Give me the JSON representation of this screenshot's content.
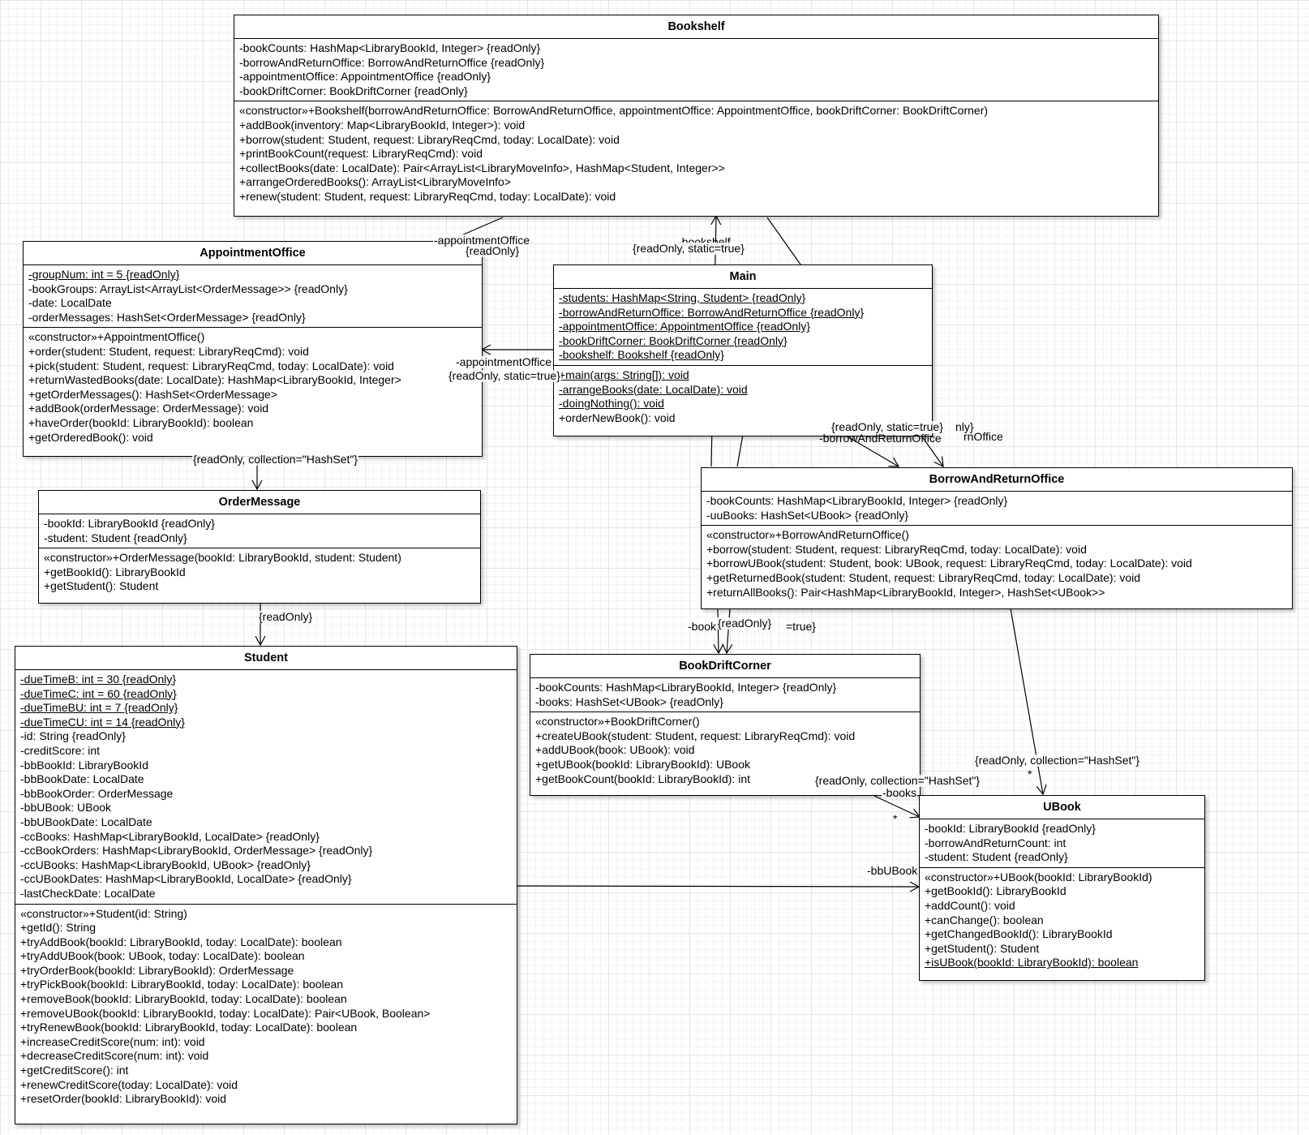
{
  "classes": {
    "bookshelf": {
      "name": "Bookshelf",
      "attributes": [
        {
          "text": "-bookCounts: HashMap<LibraryBookId, Integer> {readOnly}",
          "static": false
        },
        {
          "text": "-borrowAndReturnOffice: BorrowAndReturnOffice {readOnly}",
          "static": false
        },
        {
          "text": "-appointmentOffice: AppointmentOffice {readOnly}",
          "static": false
        },
        {
          "text": "-bookDriftCorner: BookDriftCorner {readOnly}",
          "static": false
        }
      ],
      "operations": [
        {
          "text": "«constructor»+Bookshelf(borrowAndReturnOffice: BorrowAndReturnOffice, appointmentOffice: AppointmentOffice, bookDriftCorner: BookDriftCorner)",
          "static": false
        },
        {
          "text": "+addBook(inventory: Map<LibraryBookId, Integer>): void",
          "static": false
        },
        {
          "text": "+borrow(student: Student, request: LibraryReqCmd, today: LocalDate): void",
          "static": false
        },
        {
          "text": "+printBookCount(request: LibraryReqCmd): void",
          "static": false
        },
        {
          "text": "+collectBooks(date: LocalDate): Pair<ArrayList<LibraryMoveInfo>, HashMap<Student, Integer>>",
          "static": false
        },
        {
          "text": "+arrangeOrderedBooks(): ArrayList<LibraryMoveInfo>",
          "static": false
        },
        {
          "text": "+renew(student: Student, request: LibraryReqCmd, today: LocalDate): void",
          "static": false
        }
      ]
    },
    "appointmentOffice": {
      "name": "AppointmentOffice",
      "attributes": [
        {
          "text": "-groupNum: int = 5 {readOnly}",
          "static": true
        },
        {
          "text": "-bookGroups: ArrayList<ArrayList<OrderMessage>> {readOnly}",
          "static": false
        },
        {
          "text": "-date: LocalDate",
          "static": false
        },
        {
          "text": "-orderMessages: HashSet<OrderMessage> {readOnly}",
          "static": false
        }
      ],
      "operations": [
        {
          "text": "«constructor»+AppointmentOffice()",
          "static": false
        },
        {
          "text": "+order(student: Student, request: LibraryReqCmd): void",
          "static": false
        },
        {
          "text": "+pick(student: Student, request: LibraryReqCmd, today: LocalDate): void",
          "static": false
        },
        {
          "text": "+returnWastedBooks(date: LocalDate): HashMap<LibraryBookId, Integer>",
          "static": false
        },
        {
          "text": "+getOrderMessages(): HashSet<OrderMessage>",
          "static": false
        },
        {
          "text": "+addBook(orderMessage: OrderMessage): void",
          "static": false
        },
        {
          "text": "+haveOrder(bookId: LibraryBookId): boolean",
          "static": false
        },
        {
          "text": "+getOrderedBook(): void",
          "static": false
        }
      ]
    },
    "main": {
      "name": "Main",
      "attributes": [
        {
          "text": "-students: HashMap<String, Student> {readOnly}",
          "static": true
        },
        {
          "text": "-borrowAndReturnOffice: BorrowAndReturnOffice {readOnly}",
          "static": true
        },
        {
          "text": "-appointmentOffice: AppointmentOffice {readOnly}",
          "static": true
        },
        {
          "text": "-bookDriftCorner: BookDriftCorner {readOnly}",
          "static": true
        },
        {
          "text": "-bookshelf: Bookshelf {readOnly}",
          "static": true
        }
      ],
      "operations": [
        {
          "text": "+main(args: String[]): void",
          "static": true
        },
        {
          "text": "-arrangeBooks(date: LocalDate): void",
          "static": true
        },
        {
          "text": "-doingNothing(): void",
          "static": true
        },
        {
          "text": "+orderNewBook(): void",
          "static": false
        }
      ]
    },
    "orderMessage": {
      "name": "OrderMessage",
      "attributes": [
        {
          "text": "-bookId: LibraryBookId {readOnly}",
          "static": false
        },
        {
          "text": "-student: Student {readOnly}",
          "static": false
        }
      ],
      "operations": [
        {
          "text": "«constructor»+OrderMessage(bookId: LibraryBookId, student: Student)",
          "static": false
        },
        {
          "text": "+getBookId(): LibraryBookId",
          "static": false
        },
        {
          "text": "+getStudent(): Student",
          "static": false
        }
      ]
    },
    "borrowAndReturnOffice": {
      "name": "BorrowAndReturnOffice",
      "attributes": [
        {
          "text": "-bookCounts: HashMap<LibraryBookId, Integer> {readOnly}",
          "static": false
        },
        {
          "text": "-uuBooks: HashSet<UBook> {readOnly}",
          "static": false
        }
      ],
      "operations": [
        {
          "text": "«constructor»+BorrowAndReturnOffice()",
          "static": false
        },
        {
          "text": "+borrow(student: Student, request: LibraryReqCmd, today: LocalDate): void",
          "static": false
        },
        {
          "text": "+borrowUBook(student: Student, book: UBook, request: LibraryReqCmd, today: LocalDate): void",
          "static": false
        },
        {
          "text": "+getReturnedBook(student: Student, request: LibraryReqCmd, today: LocalDate): void",
          "static": false
        },
        {
          "text": "+returnAllBooks(): Pair<HashMap<LibraryBookId, Integer>, HashSet<UBook>>",
          "static": false
        }
      ]
    },
    "student": {
      "name": "Student",
      "attributes": [
        {
          "text": "-dueTimeB: int = 30 {readOnly}",
          "static": true
        },
        {
          "text": "-dueTimeC: int = 60 {readOnly}",
          "static": true
        },
        {
          "text": "-dueTimeBU: int = 7 {readOnly}",
          "static": true
        },
        {
          "text": "-dueTimeCU: int = 14 {readOnly}",
          "static": true
        },
        {
          "text": "-id: String {readOnly}",
          "static": false
        },
        {
          "text": "-creditScore: int",
          "static": false
        },
        {
          "text": "-bbBookId: LibraryBookId",
          "static": false
        },
        {
          "text": "-bbBookDate: LocalDate",
          "static": false
        },
        {
          "text": "-bbBookOrder: OrderMessage",
          "static": false
        },
        {
          "text": "-bbUBook: UBook",
          "static": false
        },
        {
          "text": "-bbUBookDate: LocalDate",
          "static": false
        },
        {
          "text": "-ccBooks: HashMap<LibraryBookId, LocalDate> {readOnly}",
          "static": false
        },
        {
          "text": "-ccBookOrders: HashMap<LibraryBookId, OrderMessage> {readOnly}",
          "static": false
        },
        {
          "text": "-ccUBooks: HashMap<LibraryBookId, UBook> {readOnly}",
          "static": false
        },
        {
          "text": "-ccUBookDates: HashMap<LibraryBookId, LocalDate> {readOnly}",
          "static": false
        },
        {
          "text": "-lastCheckDate: LocalDate",
          "static": false
        }
      ],
      "operations": [
        {
          "text": "«constructor»+Student(id: String)",
          "static": false
        },
        {
          "text": "+getId(): String",
          "static": false
        },
        {
          "text": "+tryAddBook(bookId: LibraryBookId, today: LocalDate): boolean",
          "static": false
        },
        {
          "text": "+tryAddUBook(book: UBook, today: LocalDate): boolean",
          "static": false
        },
        {
          "text": "+tryOrderBook(bookId: LibraryBookId): OrderMessage",
          "static": false
        },
        {
          "text": "+tryPickBook(bookId: LibraryBookId, today: LocalDate): boolean",
          "static": false
        },
        {
          "text": "+removeBook(bookId: LibraryBookId, today: LocalDate): boolean",
          "static": false
        },
        {
          "text": "+removeUBook(bookId: LibraryBookId, today: LocalDate): Pair<UBook, Boolean>",
          "static": false
        },
        {
          "text": "+tryRenewBook(bookId: LibraryBookId, today: LocalDate): boolean",
          "static": false
        },
        {
          "text": "+increaseCreditScore(num: int): void",
          "static": false
        },
        {
          "text": "+decreaseCreditScore(num: int): void",
          "static": false
        },
        {
          "text": "+getCreditScore(): int",
          "static": false
        },
        {
          "text": "+renewCreditScore(today: LocalDate): void",
          "static": false
        },
        {
          "text": "+resetOrder(bookId: LibraryBookId): void",
          "static": false
        }
      ]
    },
    "bookDriftCorner": {
      "name": "BookDriftCorner",
      "attributes": [
        {
          "text": "-bookCounts: HashMap<LibraryBookId, Integer> {readOnly}",
          "static": false
        },
        {
          "text": "-books: HashSet<UBook> {readOnly}",
          "static": false
        }
      ],
      "operations": [
        {
          "text": "«constructor»+BookDriftCorner()",
          "static": false
        },
        {
          "text": "+createUBook(student: Student, request: LibraryReqCmd): void",
          "static": false
        },
        {
          "text": "+addUBook(book: UBook): void",
          "static": false
        },
        {
          "text": "+getUBook(bookId: LibraryBookId): UBook",
          "static": false
        },
        {
          "text": "+getBookCount(bookId: LibraryBookId): int",
          "static": false
        }
      ]
    },
    "uBook": {
      "name": "UBook",
      "attributes": [
        {
          "text": "-bookId: LibraryBookId {readOnly}",
          "static": false
        },
        {
          "text": "-borrowAndReturnCount: int",
          "static": false
        },
        {
          "text": "-student: Student {readOnly}",
          "static": false
        }
      ],
      "operations": [
        {
          "text": "«constructor»+UBook(bookId: LibraryBookId)",
          "static": false
        },
        {
          "text": "+getBookId(): LibraryBookId",
          "static": false
        },
        {
          "text": "+addCount(): void",
          "static": false
        },
        {
          "text": "+canChange(): boolean",
          "static": false
        },
        {
          "text": "+getChangedBookId(): LibraryBookId",
          "static": false
        },
        {
          "text": "+getStudent(): Student",
          "static": false
        },
        {
          "text": "+isUBook(bookId: LibraryBookId): boolean",
          "static": true
        }
      ]
    }
  },
  "edge_labels": {
    "appointment_office_a": "-appointmentOffice",
    "readonly_a": "{readOnly}",
    "bookshelf_role": "-bookshelf",
    "readonly_static_a": "{readOnly, static=true}",
    "appointment_office_b": "-appointmentOffice",
    "readonly_static_b": "{readOnly, static=true}",
    "readonly_collection_a": "{readOnly, collection=\"HashSet\"}",
    "readonly_b": "{readOnly}",
    "readonly_static_c": "{readOnly, static=true}",
    "readonly_fragment": "nly}",
    "borrow_return_role_a": "-borrowAndReturnOffice",
    "borrow_return_fragment": "rnOffice",
    "book_fragment": "-book",
    "readonly_c": "{readOnly}",
    "static_fragment": "=true}",
    "readonly_collection_b": "{readOnly, collection=\"HashSet\"}",
    "readonly_collection_c": "{readOnly, collection=\"HashSet\"}",
    "books_role": "-books",
    "multiplicity_a": "*",
    "multiplicity_b": "*",
    "bbubook_role": "-bbUBook"
  }
}
